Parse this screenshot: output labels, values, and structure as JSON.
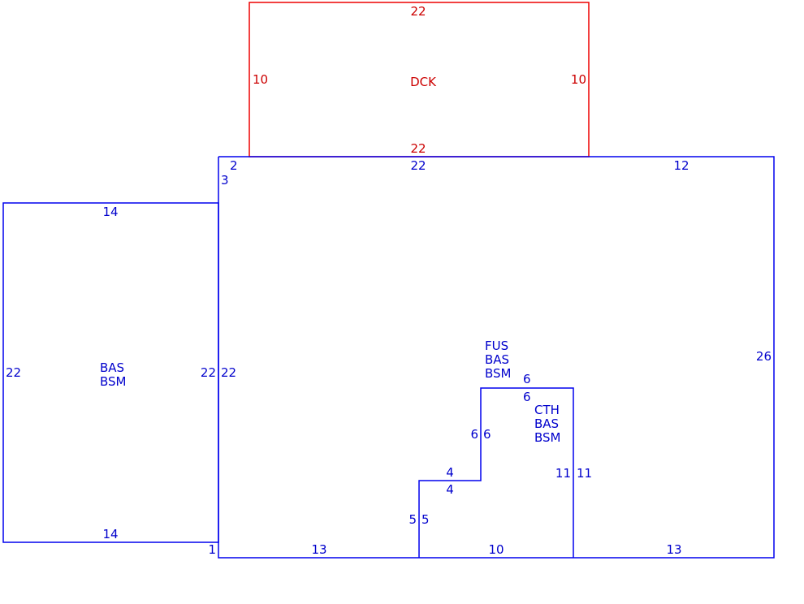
{
  "colors": {
    "structure": "#0000ee",
    "deck": "#ee0000",
    "structure_text": "#0000cc",
    "deck_text": "#cc0000"
  },
  "deck": {
    "code": "DCK",
    "top": "22",
    "bottom": "22",
    "left": "10",
    "right": "10"
  },
  "left_wing": {
    "codes": [
      "BAS",
      "BSM"
    ],
    "top": "14",
    "bottom": "14",
    "left": "22",
    "right": "22"
  },
  "main": {
    "codes": [
      "FUS",
      "BAS",
      "BSM"
    ],
    "top_left_offset": "2",
    "top_middle": "22",
    "top_right": "12",
    "left_upper": "3",
    "left": "22",
    "right": "26",
    "corner": "1",
    "bottom_left": "13",
    "bottom_right": "13",
    "step_high_top": "6",
    "step_high_side": "6",
    "step_low_top": "4",
    "step_low_side": "5"
  },
  "inner": {
    "codes": [
      "CTH",
      "BAS",
      "BSM"
    ],
    "top": "6",
    "left_upper": "6",
    "left_lower": "5",
    "step": "4",
    "right": "11",
    "bottom": "10"
  },
  "outer_right_of_inner": "11"
}
